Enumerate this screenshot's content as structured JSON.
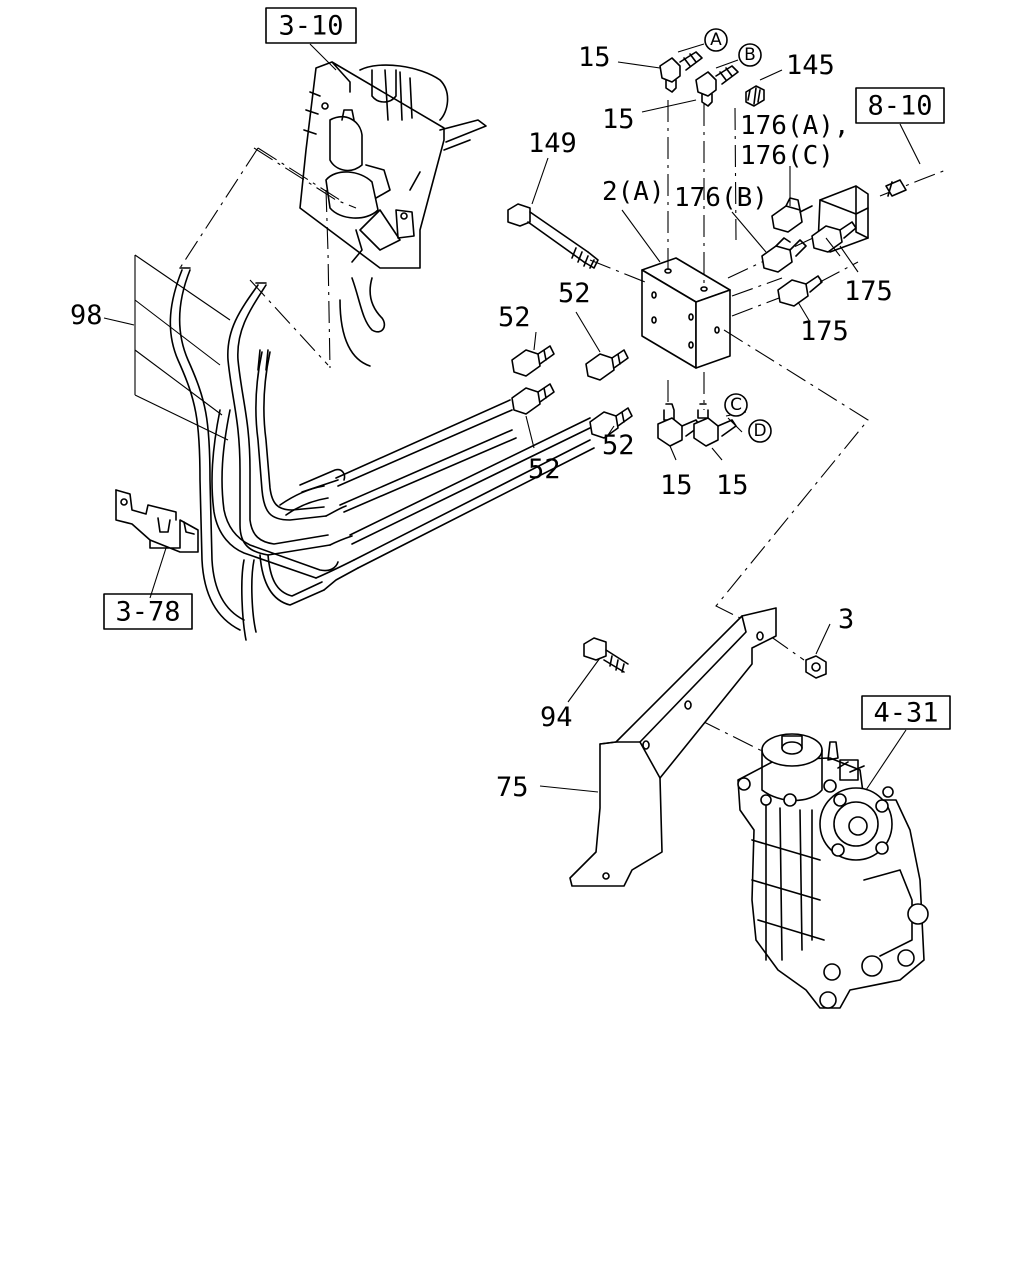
{
  "refs": {
    "r310": "3-10",
    "r810": "8-10",
    "r378": "3-78",
    "r431": "4-31"
  },
  "callouts": {
    "a": "A",
    "b": "B",
    "c": "C",
    "d": "D"
  },
  "labels": {
    "l15_a": "15",
    "l15_b": "15",
    "l145": "145",
    "l149": "149",
    "l176ac_1": "176(A),",
    "l176ac_2": "176(C)",
    "l2a": "2(A)",
    "l176b": "176(B)",
    "l98": "98",
    "l52_a": "52",
    "l52_b": "52",
    "l52_c": "52",
    "l52_d": "52",
    "l175_a": "175",
    "l175_b": "175",
    "l15_c": "15",
    "l15_d": "15",
    "l3": "3",
    "l94": "94",
    "l75": "75"
  }
}
